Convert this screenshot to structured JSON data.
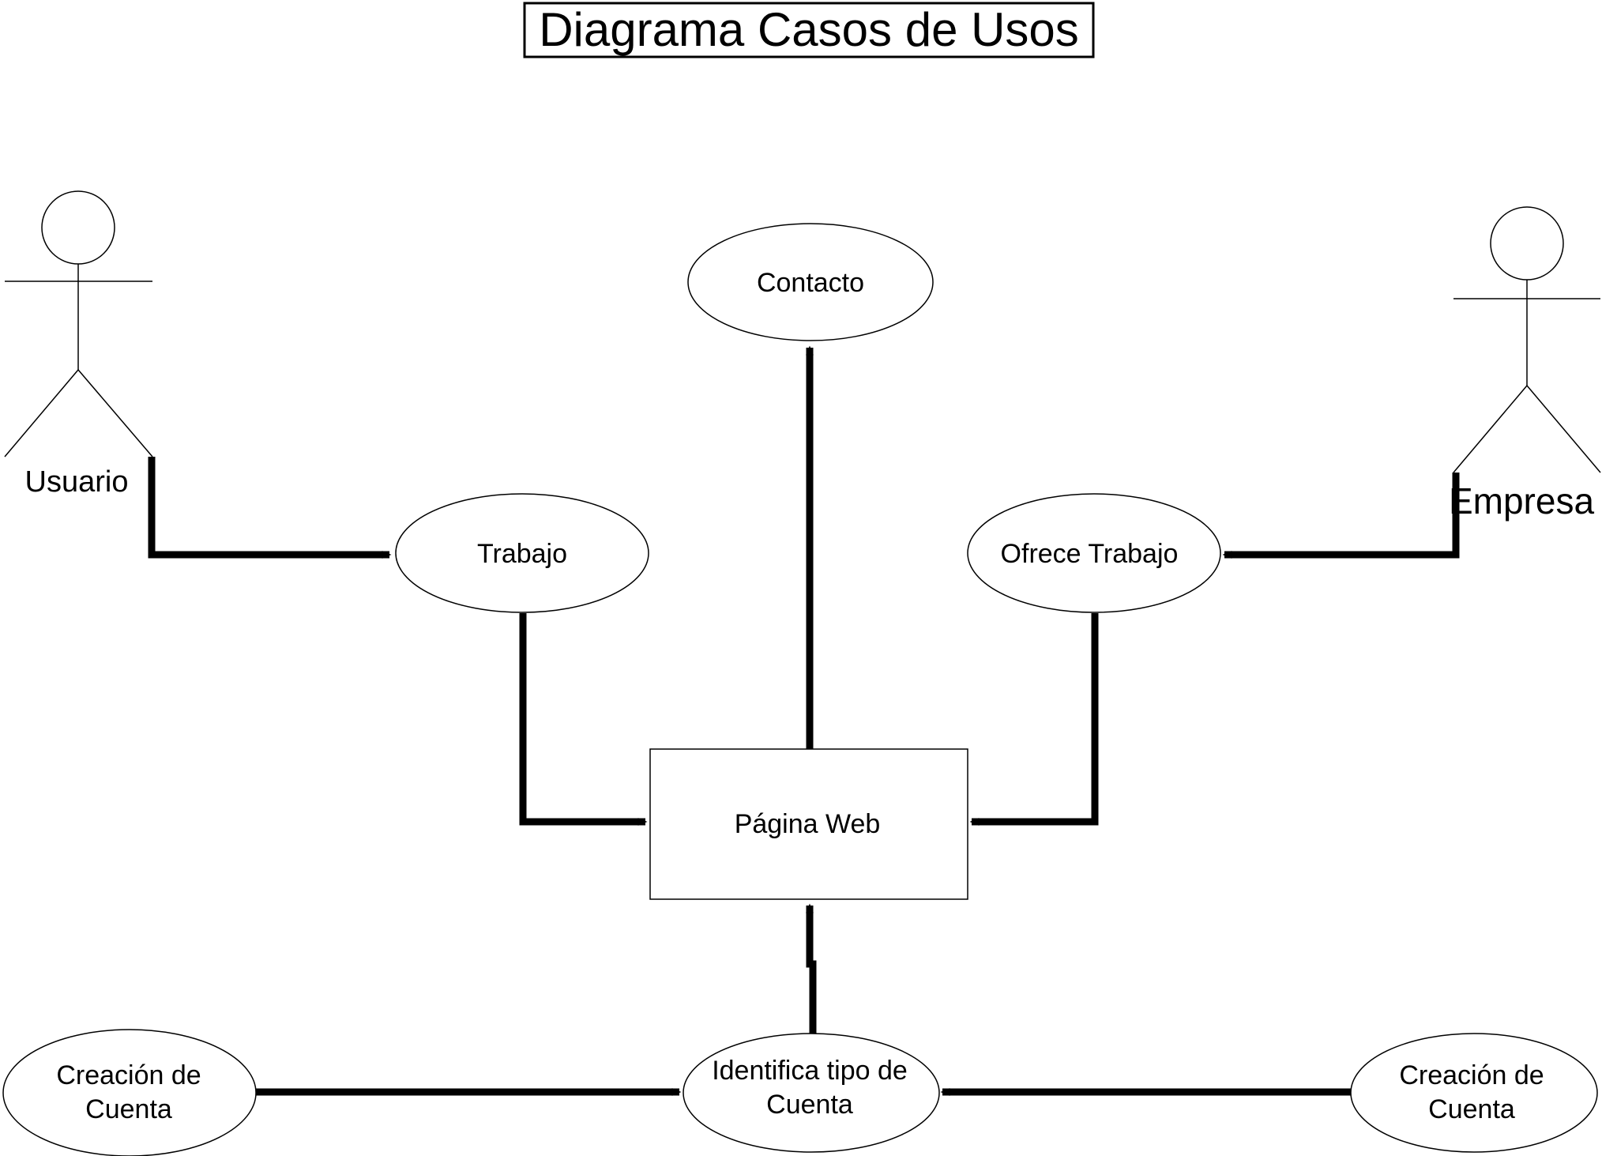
{
  "title": "Diagrama Casos de Usos",
  "actors": {
    "usuario": "Usuario",
    "empresa": "Empresa"
  },
  "nodes": {
    "contacto": "Contacto",
    "trabajo": "Trabajo",
    "ofrece_trabajo": "Ofrece Trabajo",
    "pagina_web": "Página Web",
    "identifica": [
      "Identifica tipo de",
      "Cuenta"
    ],
    "creacion_izq": [
      "Creación de",
      "Cuenta"
    ],
    "creacion_der": [
      "Creación de",
      "Cuenta"
    ]
  }
}
